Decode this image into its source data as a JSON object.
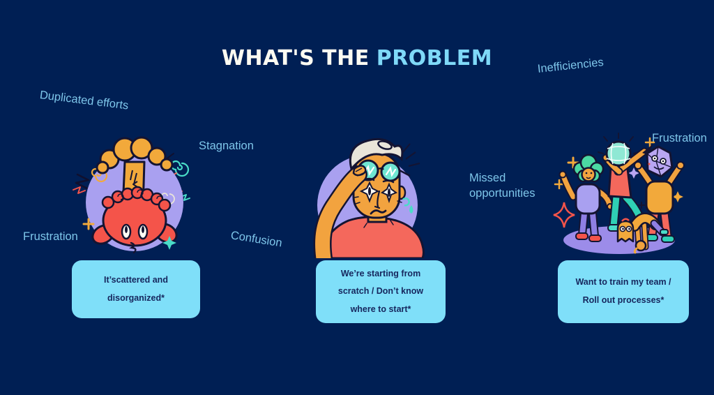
{
  "slide": {
    "background_color": "#001F54"
  },
  "title": {
    "part_white": "WHAT'S THE",
    "part_accent": "PROBLEM",
    "white_color": "#FDFBF2",
    "accent_color": "#7FD9F8"
  },
  "labels": {
    "color": "#7EC6EA",
    "duplicated_efforts": "Duplicated efforts",
    "inefficiencies": "Inefficiencies",
    "stagnation": "Stagnation",
    "frustration_left": "Frustration",
    "confusion": "Confusion",
    "missed_opportunities": "Missed opportunities",
    "frustration_right": "Frustration"
  },
  "cards": {
    "background_color": "#7FDFF9",
    "text_color": "#16265D",
    "items": [
      {
        "text": "It’scattered and disorganized*"
      },
      {
        "text": "We’re starting from scratch / Don’t know where to start*"
      },
      {
        "text": "Want to train my team / Roll out processes*"
      }
    ]
  },
  "illustrations": {
    "left": "exploding-head-illustration",
    "center": "confused-man-lifting-glasses-illustration",
    "right": "dancing-group-illustration",
    "circle_color": "#A9A0F0",
    "platform_color": "#9C8CE9",
    "accent_orange": "#F2A93B",
    "accent_red": "#F4544A",
    "accent_teal": "#4ADCC8"
  }
}
